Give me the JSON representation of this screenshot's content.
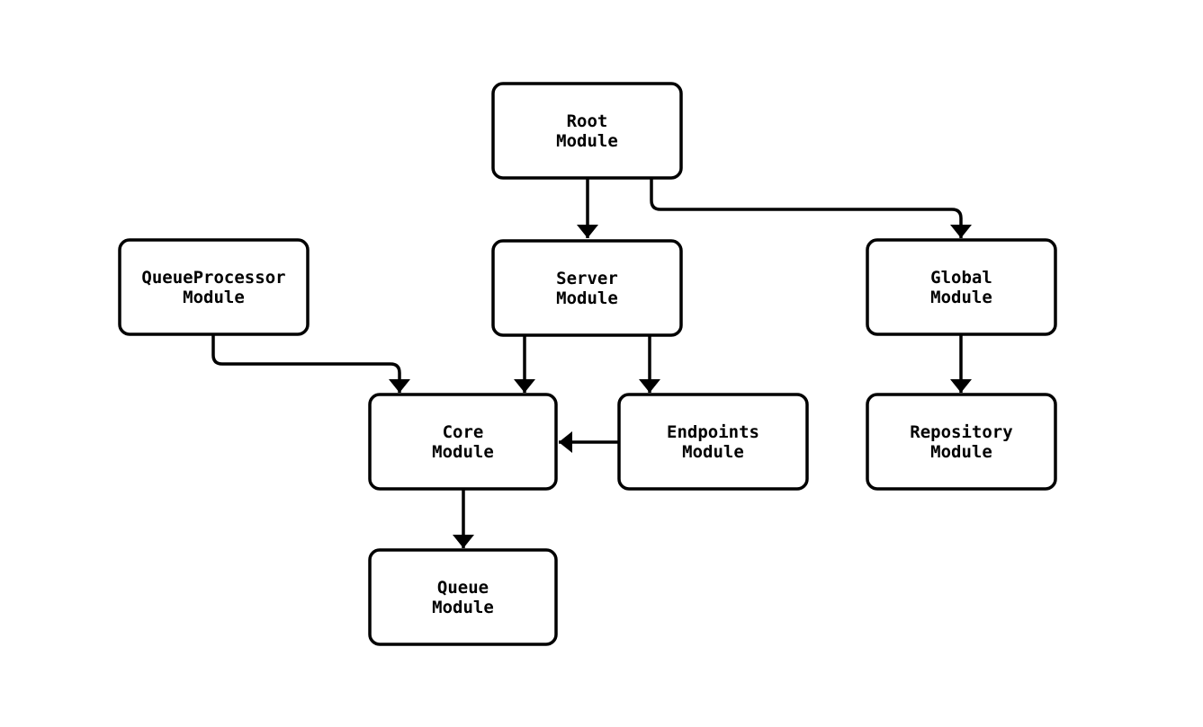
{
  "diagram": {
    "type": "flowchart",
    "direction": "top-down",
    "background_color": "#ffffff",
    "node_fill_color": "#ffffff",
    "node_border_color": "#000000",
    "edge_color": "#000000",
    "text_color": "#000000",
    "nodes": {
      "root": {
        "line1": "Root",
        "line2": "Module"
      },
      "queue_processor": {
        "line1": "QueueProcessor",
        "line2": "Module"
      },
      "server": {
        "line1": "Server",
        "line2": "Module"
      },
      "global": {
        "line1": "Global",
        "line2": "Module"
      },
      "core": {
        "line1": "Core",
        "line2": "Module"
      },
      "endpoints": {
        "line1": "Endpoints",
        "line2": "Module"
      },
      "repository": {
        "line1": "Repository",
        "line2": "Module"
      },
      "queue": {
        "line1": "Queue",
        "line2": "Module"
      }
    },
    "edges": [
      {
        "from": "Root Module",
        "to": "Server Module"
      },
      {
        "from": "Root Module",
        "to": "Global Module"
      },
      {
        "from": "QueueProcessor Module",
        "to": "Core Module"
      },
      {
        "from": "Server Module",
        "to": "Core Module"
      },
      {
        "from": "Server Module",
        "to": "Endpoints Module"
      },
      {
        "from": "Endpoints Module",
        "to": "Core Module"
      },
      {
        "from": "Global Module",
        "to": "Repository Module"
      },
      {
        "from": "Core Module",
        "to": "Queue Module"
      }
    ]
  }
}
